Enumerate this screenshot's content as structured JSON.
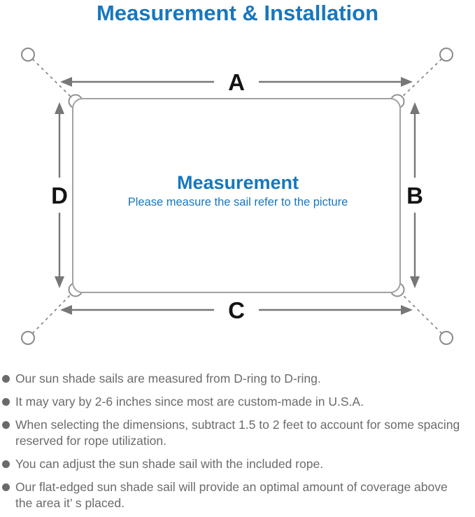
{
  "title": "Measurement & Installation",
  "colors": {
    "accent_blue": "#1777bd",
    "line_gray": "#8a8a8a",
    "arrow_gray": "#777777",
    "text_gray": "#6b6b6b",
    "label_black": "#141414"
  },
  "diagram": {
    "labels": {
      "top": "A",
      "right": "B",
      "bottom": "C",
      "left": "D"
    },
    "center_title": "Measurement",
    "center_subtitle": "Please measure the sail refer to the picture",
    "icons": [
      "anchor-point-circle",
      "rope-dashed-line",
      "d-ring",
      "dimension-arrow"
    ]
  },
  "bullets": [
    "Our sun shade sails are measured from D-ring to D-ring.",
    "It may vary by 2-6 inches since most are custom-made in U.S.A.",
    "When selecting the dimensions, subtract 1.5 to 2 feet to account for some spacing reserved for rope utilization.",
    "You can adjust the sun shade sail with the included rope.",
    "Our flat-edged sun shade sail will provide an optimal amount of coverage above the area it’ s placed."
  ]
}
